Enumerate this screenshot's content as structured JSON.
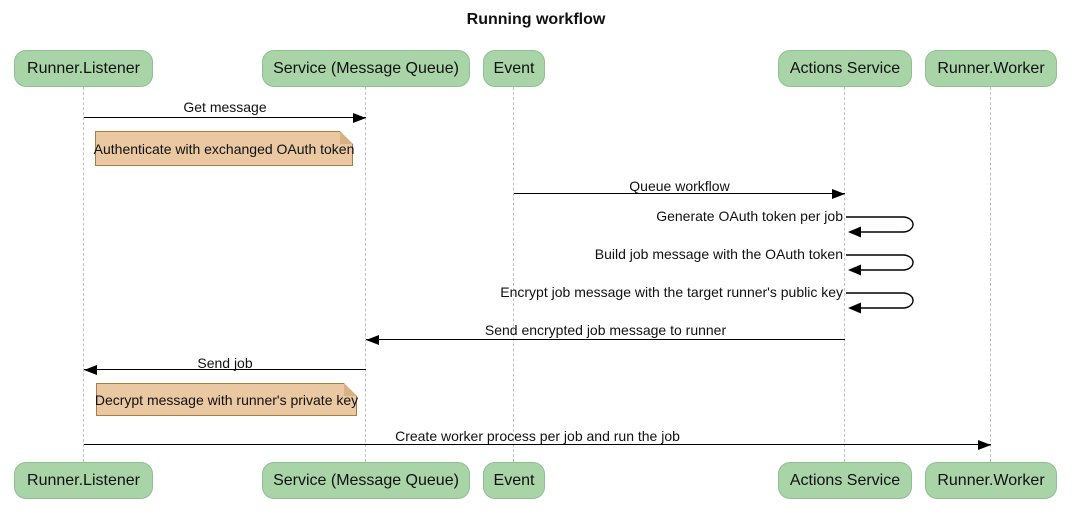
{
  "title": "Running workflow",
  "actors": [
    {
      "label": "Runner.Listener"
    },
    {
      "label": "Service (Message Queue)"
    },
    {
      "label": "Event"
    },
    {
      "label": "Actions Service"
    },
    {
      "label": "Runner.Worker"
    }
  ],
  "messages": [
    {
      "label": "Get message",
      "from": "Runner.Listener",
      "to": "Service (Message Queue)",
      "kind": "solid-arrow"
    },
    {
      "label": "Queue workflow",
      "from": "Event",
      "to": "Actions Service",
      "kind": "solid-arrow"
    },
    {
      "label": "Generate OAuth token per job",
      "from": "Actions Service",
      "to": "Actions Service",
      "kind": "self-loop"
    },
    {
      "label": "Build job message with the OAuth token",
      "from": "Actions Service",
      "to": "Actions Service",
      "kind": "self-loop"
    },
    {
      "label": "Encrypt job message with the target runner's public key",
      "from": "Actions Service",
      "to": "Actions Service",
      "kind": "self-loop"
    },
    {
      "label": "Send encrypted job message to runner",
      "from": "Actions Service",
      "to": "Service (Message Queue)",
      "kind": "solid-arrow"
    },
    {
      "label": "Send job",
      "from": "Service (Message Queue)",
      "to": "Runner.Listener",
      "kind": "solid-arrow"
    },
    {
      "label": "Create worker process per job and run the job",
      "from": "Runner.Listener",
      "to": "Runner.Worker",
      "kind": "solid-arrow"
    }
  ],
  "notes": [
    {
      "label": "Authenticate with exchanged OAuth token",
      "position": "right of Runner.Listener"
    },
    {
      "label": "Decrypt message with runner's private key",
      "position": "right of Runner.Listener"
    }
  ],
  "colors": {
    "background": "#ffffff",
    "actor_fill": "#a8d4a8",
    "actor_border": "#8fbf92",
    "note_fill": "#e9c8a2",
    "note_border": "#a87f42",
    "note_fold": "#d9b184",
    "lifeline": "#c2c2c2",
    "arrow": "#000000",
    "text": "#111111"
  }
}
